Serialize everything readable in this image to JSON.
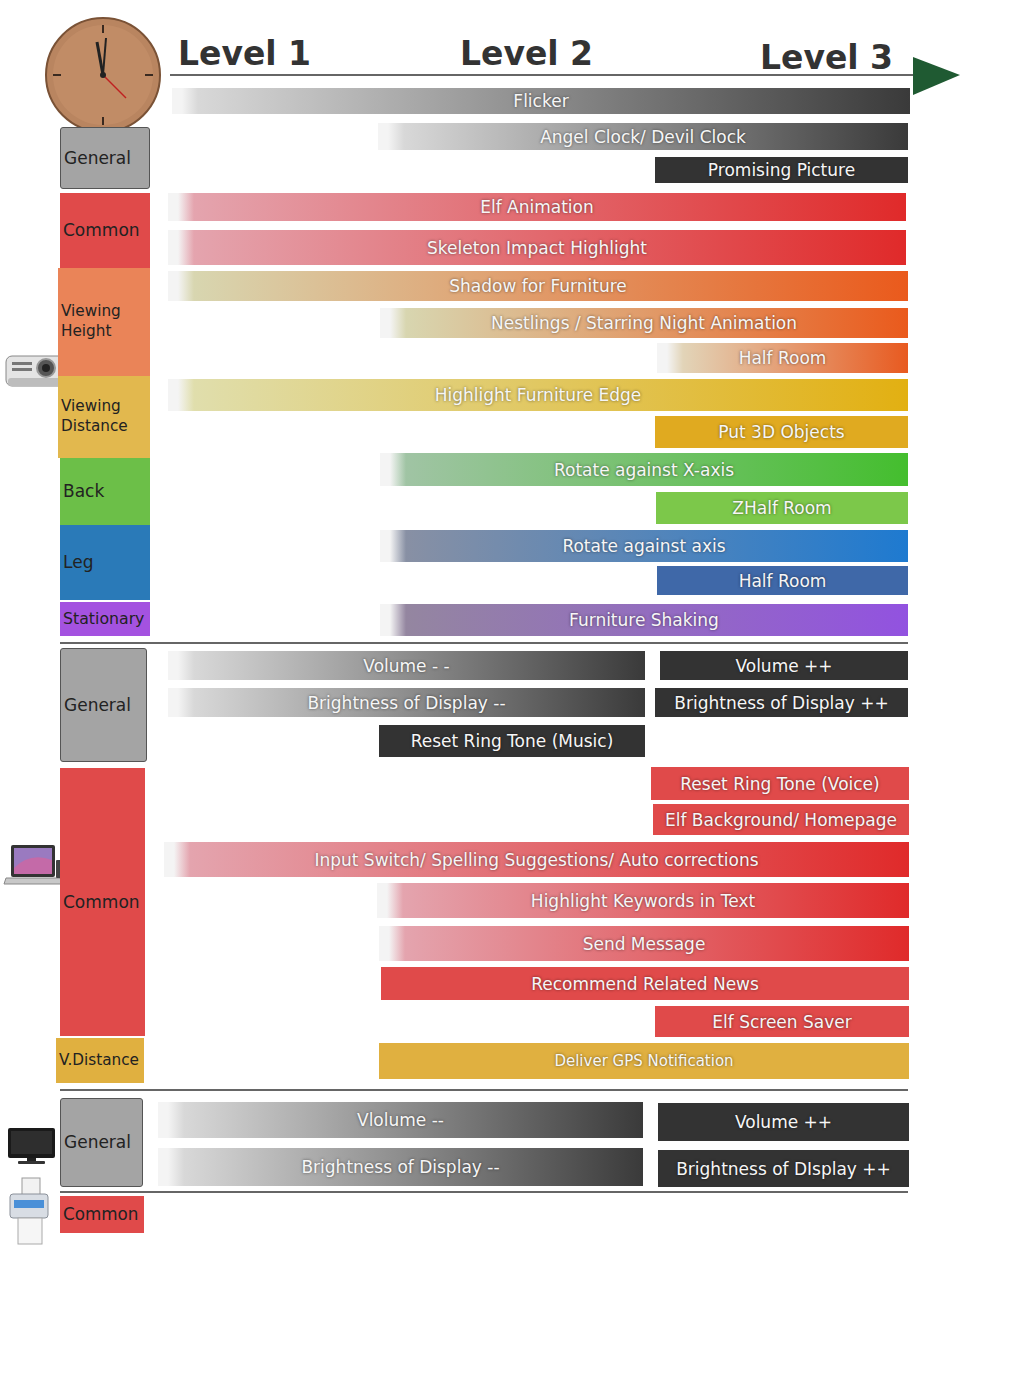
{
  "diagram": {
    "nodes": [
      {
        "text": [
          "General"
        ]
      },
      {
        "text": [
          "Flicker"
        ]
      },
      {
        "text": [
          "Angel Clock/ Devil Clock"
        ]
      },
      {
        "text": [
          "Promising Picture"
        ]
      },
      {
        "text": [
          "Common"
        ]
      },
      {
        "text": [
          "Elf Animation"
        ]
      },
      {
        "text": [
          "Skeleton Impact Highlight"
        ]
      },
      {
        "text": [
          "Viewing Height"
        ]
      },
      {
        "text": [
          "Shadow for Furniture"
        ]
      },
      {
        "text": [
          "Nestlings / Starring Night Animation"
        ]
      },
      {
        "text": [
          "Half Room"
        ]
      },
      {
        "text": [
          "Viewing Distance"
        ]
      },
      {
        "text": [
          "Highlight Furniture Edge"
        ]
      },
      {
        "text": [
          "Put 3D Objects"
        ]
      },
      {
        "text": [
          "Back"
        ]
      },
      {
        "text": [
          "Rotate against X-axis"
        ]
      },
      {
        "text": [
          "ZHalf Room"
        ]
      },
      {
        "text": [
          "Leg"
        ]
      },
      {
        "text": [
          "Rotate against axis"
        ]
      },
      {
        "text": [
          "Half Room"
        ]
      },
      {
        "text": [
          "Stationary"
        ]
      },
      {
        "text": [
          "Furniture Shaking"
        ]
      },
      {
        "text": [
          "General"
        ]
      },
      {
        "text": [
          "Volume - -"
        ]
      },
      {
        "text": [
          "Volume ++"
        ]
      },
      {
        "text": [
          "Brightness of Display --"
        ]
      },
      {
        "text": [
          "Brightness of Display ++"
        ]
      },
      {
        "text": [
          "Reset Ring Tone (Music)"
        ]
      },
      {
        "text": [
          "Common"
        ]
      },
      {
        "text": [
          "Reset Ring Tone (Voice)"
        ]
      },
      {
        "text": [
          "Elf Background/ Homepage"
        ]
      },
      {
        "text": [
          "Input Switch/ Spelling Suggestions/ Auto corrections"
        ]
      },
      {
        "text": [
          "Highlight Keywords in Text"
        ]
      },
      {
        "text": [
          "Send Message"
        ]
      },
      {
        "text": [
          "Recommend Related News"
        ]
      },
      {
        "text": [
          "Elf Screen Saver"
        ]
      },
      {
        "text": [
          "V.Distance"
        ]
      },
      {
        "text": [
          "Deliver GPS Notification"
        ]
      },
      {
        "text": [
          "General"
        ]
      },
      {
        "text": [
          "Vlolume --"
        ]
      },
      {
        "text": [
          "Volume ++"
        ]
      },
      {
        "text": [
          "Brightness of Display --"
        ]
      },
      {
        "text": [
          "Brightness of DIsplay ++"
        ]
      },
      {
        "text": [
          "Common"
        ]
      }
    ],
    "labels": [
      "Level 1",
      "Level 2",
      "Level 3"
    ]
  }
}
